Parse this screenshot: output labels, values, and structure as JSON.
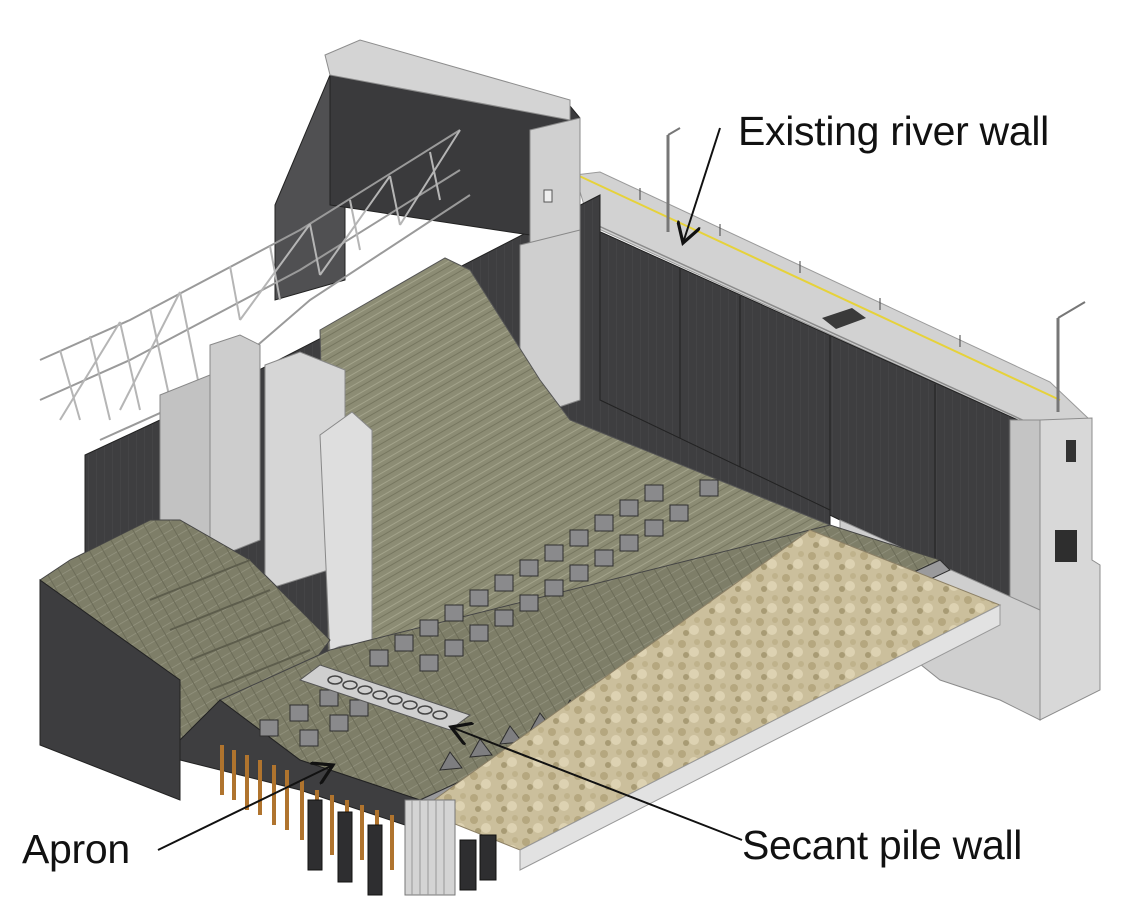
{
  "labels": {
    "river_wall": "Existing river wall",
    "apron": "Apron",
    "secant": "Secant pile wall"
  },
  "colors": {
    "concrete_dark": "#3d3d3f",
    "concrete_light": "#cfcfcf",
    "spillway": "#8a8a72",
    "riprap": "#cbbf9c",
    "pile": "#b0742e"
  }
}
